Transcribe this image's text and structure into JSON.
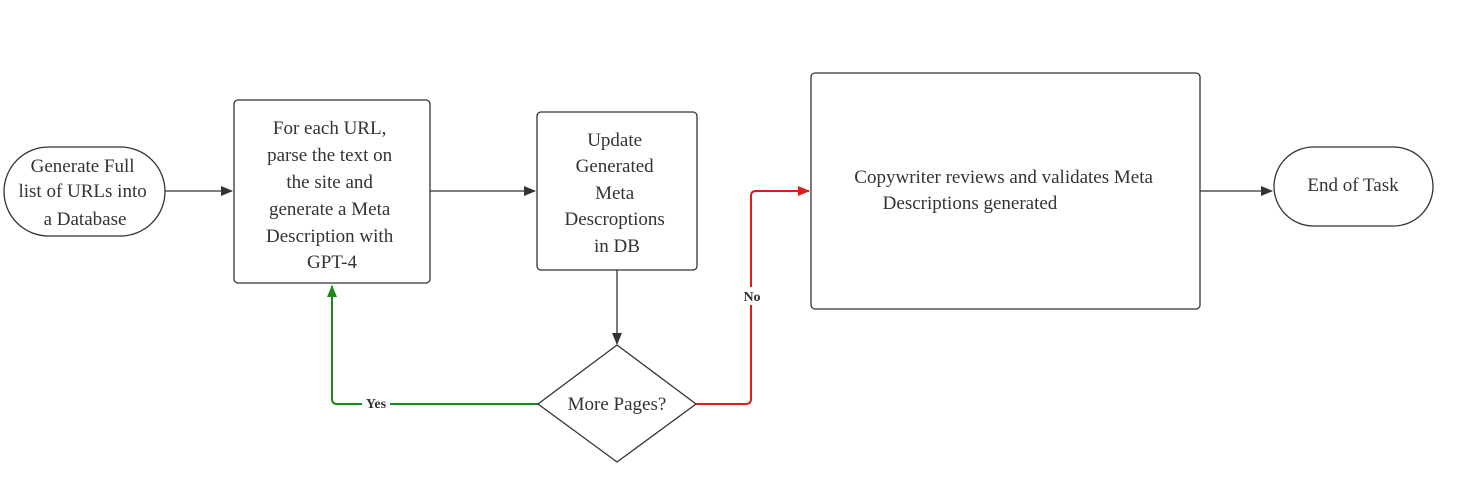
{
  "nodes": {
    "start": {
      "lines": [
        "Generate Full",
        "list of URLs into",
        "a Database"
      ]
    },
    "process_gpt": {
      "lines": [
        "For each URL,",
        "parse the text on",
        "the site and",
        "generate a Meta",
        "Description with",
        "GPT-4"
      ]
    },
    "update_db": {
      "lines": [
        "Update",
        "Generated",
        "Meta",
        "Descroptions",
        "in DB"
      ]
    },
    "decision": {
      "lines": [
        "More Pages?"
      ]
    },
    "review": {
      "lines": [
        "Copywriter reviews and validates Meta",
        "Descriptions generated"
      ]
    },
    "end": {
      "lines": [
        "End of Task"
      ]
    }
  },
  "edges": {
    "yes_label": "Yes",
    "no_label": "No"
  },
  "colors": {
    "stroke": "#333333",
    "yes": "#1a8a1a",
    "no": "#dd1c1c",
    "text": "#333333"
  }
}
